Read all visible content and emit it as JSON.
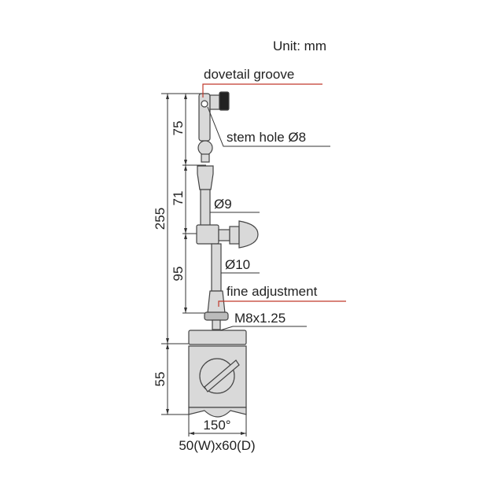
{
  "unit_label": "Unit: mm",
  "callouts": {
    "dovetail": "dovetail groove",
    "stem_hole": "stem hole Ø8",
    "dia9": "Ø9",
    "dia10": "Ø10",
    "fine_adjustment": "fine adjustment",
    "thread": "M8x1.25"
  },
  "dimensions": {
    "total_height": "255",
    "upper_arm": "75",
    "middle_arm": "71",
    "lower_arm": "95",
    "base_height": "55",
    "v_groove_angle": "150°",
    "base_size": "50(W)x60(D)"
  },
  "colors": {
    "leader_red": "#c0392b",
    "line": "#333333",
    "part_fill": "#d9d9d9",
    "part_stroke": "#444444"
  }
}
